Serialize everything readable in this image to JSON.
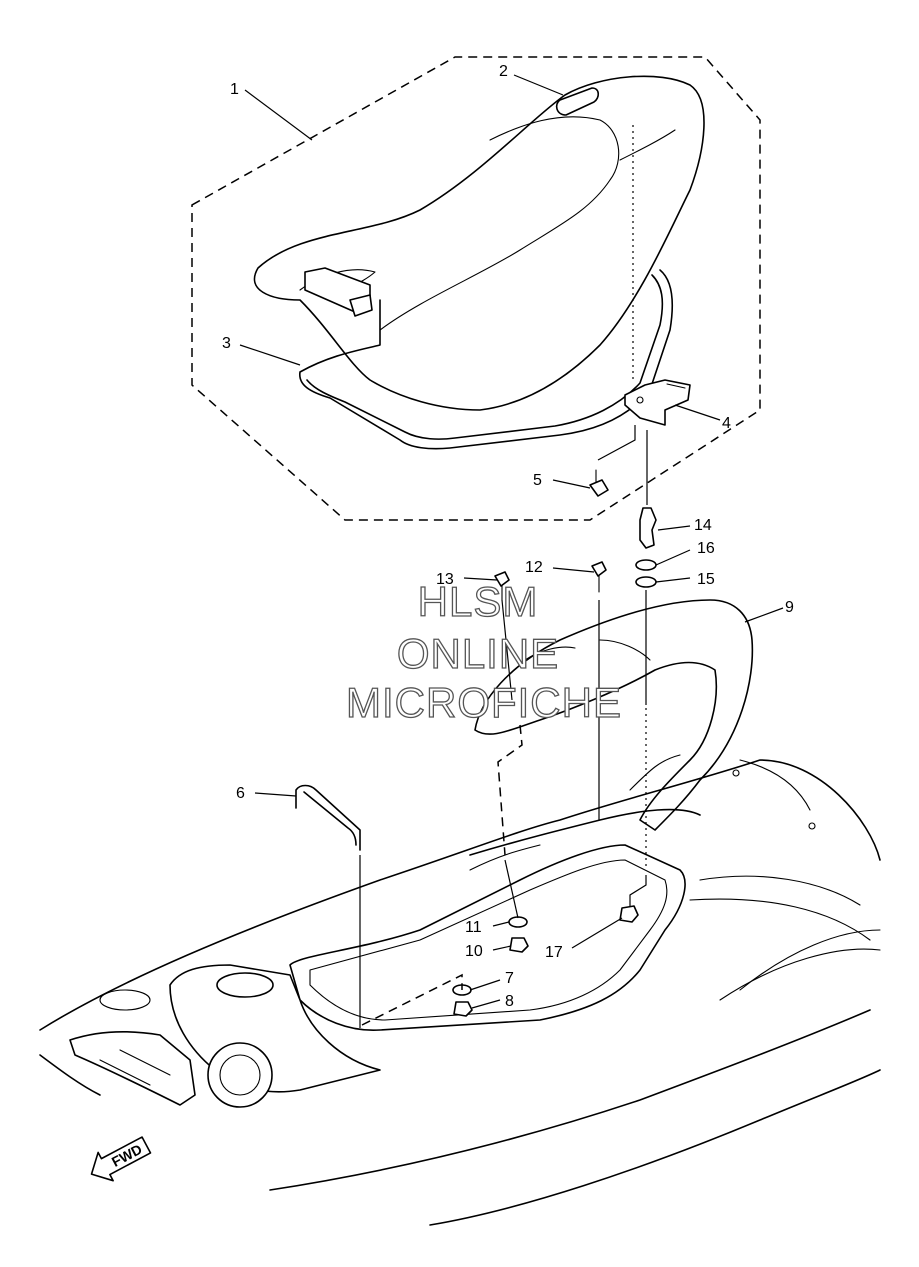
{
  "diagram": {
    "parts": [
      {
        "num": "1"
      },
      {
        "num": "2"
      },
      {
        "num": "3"
      },
      {
        "num": "4"
      },
      {
        "num": "5"
      },
      {
        "num": "6"
      },
      {
        "num": "7"
      },
      {
        "num": "8"
      },
      {
        "num": "9"
      },
      {
        "num": "10"
      },
      {
        "num": "11"
      },
      {
        "num": "12"
      },
      {
        "num": "13"
      },
      {
        "num": "14"
      },
      {
        "num": "15"
      },
      {
        "num": "16"
      },
      {
        "num": "17"
      }
    ],
    "watermark": [
      "HLSM",
      "ONLINE",
      "MICROFICHE"
    ],
    "direction_label": "FWD",
    "colors": {
      "line": "#000000",
      "background": "#ffffff",
      "watermark_outline": "#555555"
    }
  }
}
